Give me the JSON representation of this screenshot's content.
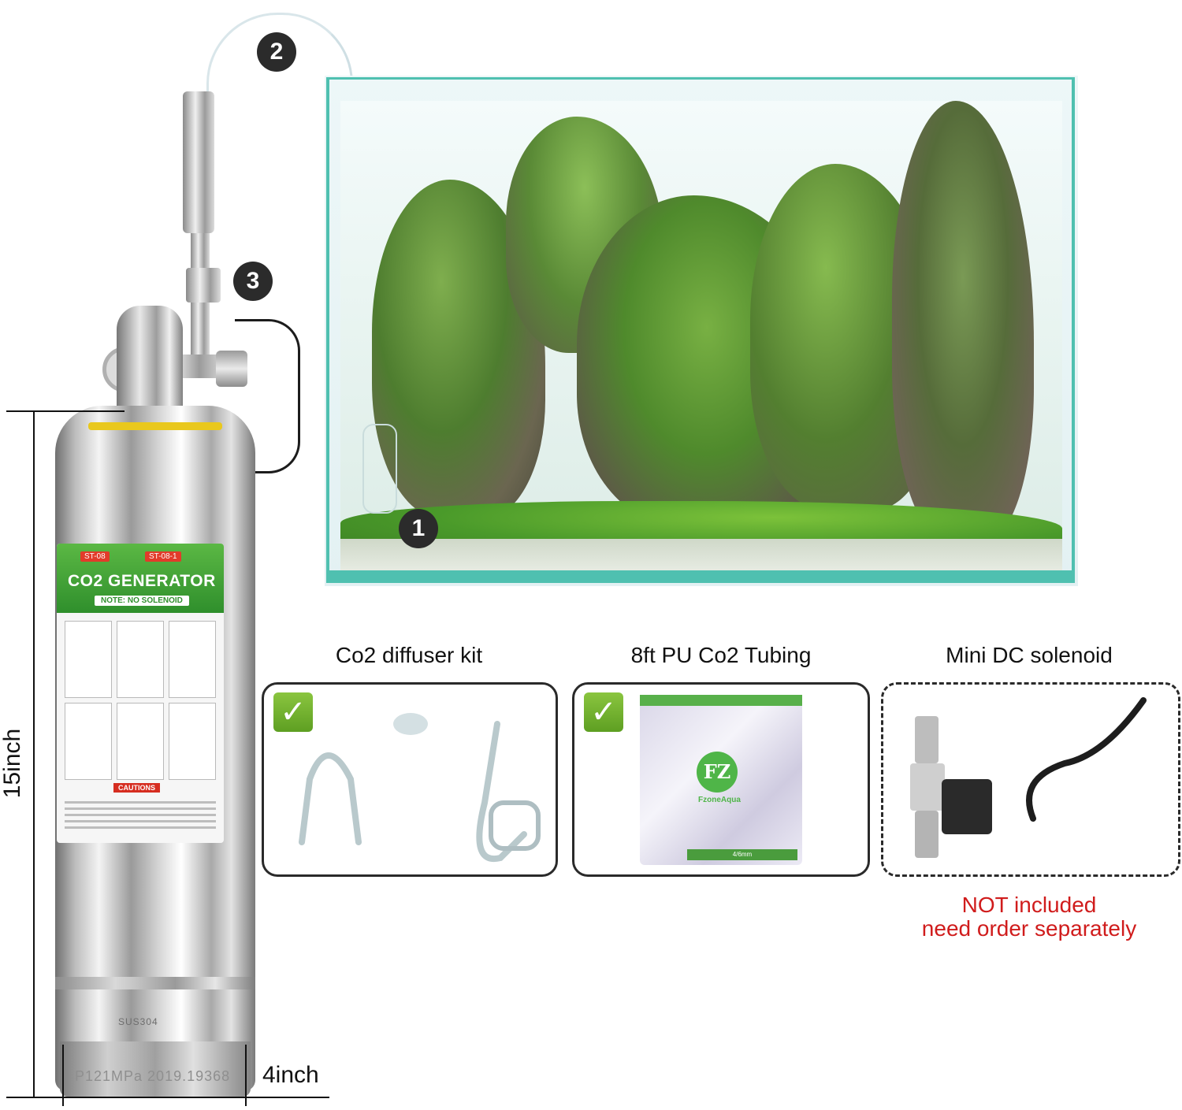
{
  "callouts": {
    "one": "1",
    "two": "2",
    "three": "3"
  },
  "cylinder_label": {
    "tag_a": "ST-08",
    "tag_b": "ST-08-1",
    "title": "CO2 GENERATOR",
    "note": "NOTE: NO SOLENOID",
    "caution": "CAUTIONS",
    "material_mark": "SUS304",
    "stamp": "P121MPa 2019.19368"
  },
  "dimensions": {
    "height": "15inch",
    "width": "4inch"
  },
  "products": [
    {
      "title": "Co2 diffuser kit",
      "included": true
    },
    {
      "title": "8ft PU Co2 Tubing",
      "included": true,
      "brand": "FzoneAqua",
      "brand_mark": "FZ",
      "bag_text": "4/6mm"
    },
    {
      "title": "Mini DC solenoid",
      "included": false
    }
  ],
  "check_glyph": "✓",
  "not_included_note": {
    "line1": "NOT included",
    "line2": "need order separately"
  },
  "colors": {
    "accent_green": "#5ea323",
    "warning_red": "#d01c1c",
    "frame_teal": "#4fc0b0",
    "badge_dark": "#2b2b2b"
  }
}
